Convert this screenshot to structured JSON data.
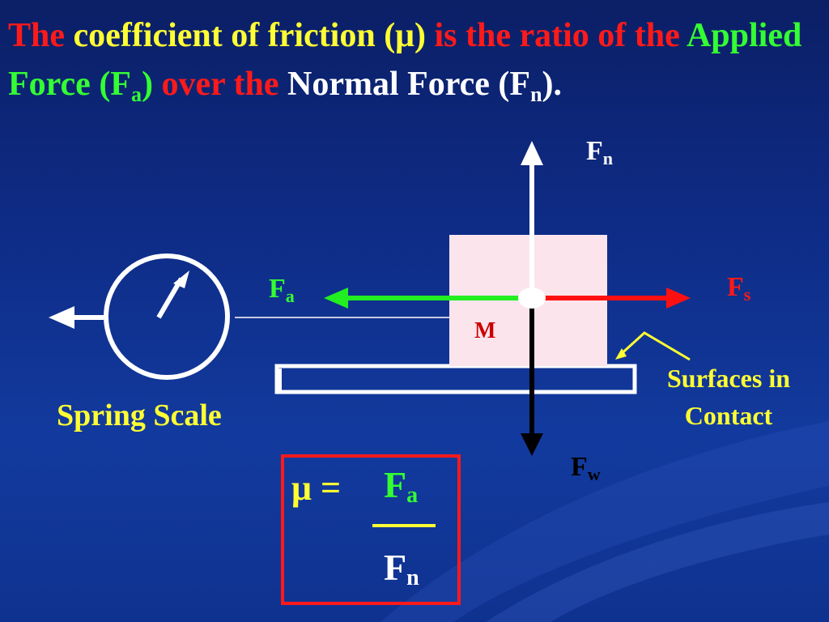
{
  "heading": {
    "w1": "The",
    "w2": "coefficient of friction",
    "w3": "(μ)",
    "w4": "is the ratio of the",
    "w5": "Applied Force (F",
    "w5sub": "a",
    "w5end": ")",
    "w6": "over the",
    "w7": "Normal Force (F",
    "w7sub": "n",
    "w7end": ")."
  },
  "labels": {
    "fn_main": "F",
    "fn_sub": "n",
    "fa_main": "F",
    "fa_sub": "a",
    "fs_main": "F",
    "fs_sub": "s",
    "fw_main": "F",
    "fw_sub": "w",
    "mass": "M",
    "spring_scale": "Spring Scale",
    "surfaces_line1": "Surfaces in",
    "surfaces_line2": "Contact"
  },
  "formula": {
    "mu_eq": "μ =",
    "num_main": "F",
    "num_sub": "a",
    "den_main": "F",
    "den_sub": "n"
  },
  "colors": {
    "heading_red": "#ff1a1a",
    "heading_yellow": "#ffff33",
    "heading_green": "#33ff33",
    "applied_force": "#22ee22",
    "friction_force": "#ff1010",
    "block_fill": "#fce4ec",
    "callout": "#ffff33"
  }
}
